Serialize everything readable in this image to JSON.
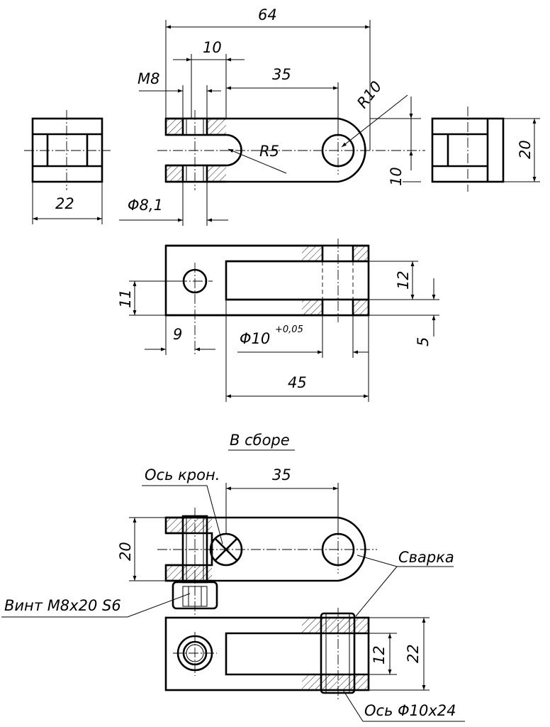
{
  "dimensions": {
    "d64": "64",
    "d10_top": "10",
    "dM8": "M8",
    "d35_top": "35",
    "dR10": "R10",
    "dR5": "R5",
    "d22_left": "22",
    "dPhi8_1": "Φ8,1",
    "d20_right": "20",
    "d10_right": "10",
    "d12_mid": "12",
    "d11_mid": "11",
    "d9_mid": "9",
    "dPhi10": "Φ10",
    "dTol": "+0,05",
    "d5_mid": "5",
    "d45_mid": "45",
    "d35_asm": "35",
    "d20_asm": "20",
    "d12_asm": "12",
    "d22_asm": "22"
  },
  "labels": {
    "assembly_title": "В сборе",
    "axis_bracket": "Ось крон.",
    "weld": "Сварка",
    "screw": "Винт М8х20 S6",
    "axle": "Ось Φ10х24"
  }
}
